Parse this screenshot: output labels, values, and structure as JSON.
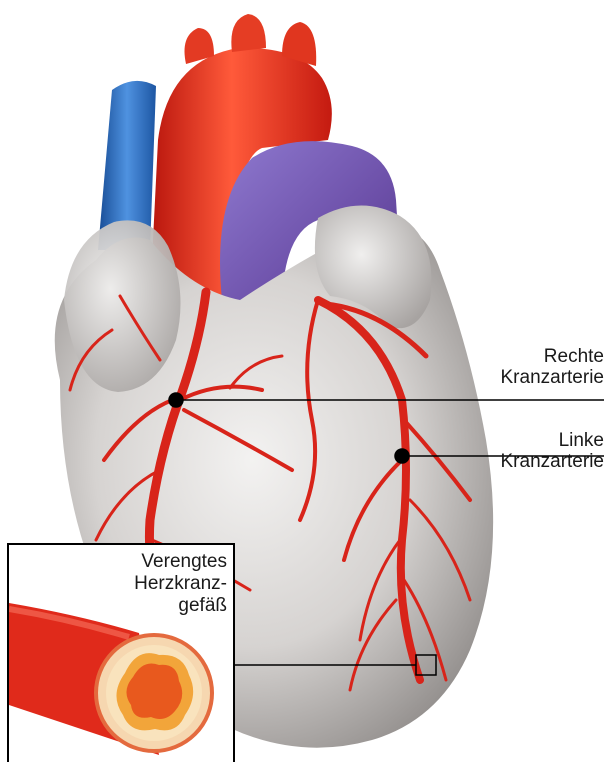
{
  "labels": {
    "right_coronary": [
      "Rechte",
      "Kranzarterie"
    ],
    "left_coronary": [
      "Linke",
      "Kranzarterie"
    ],
    "narrowed_vessel": [
      "Verengtes",
      "Herzkranz-",
      "gefäß"
    ]
  },
  "colors": {
    "artery_red": "#d8241a",
    "aorta_red": "#e8321f",
    "vein_blue": "#2a6cc0",
    "pulmonary_purple": "#7c5fb5",
    "heart_grey": "#c9c6c4",
    "plaque_yellow": "#f2c14e",
    "leader_line": "#000000"
  }
}
